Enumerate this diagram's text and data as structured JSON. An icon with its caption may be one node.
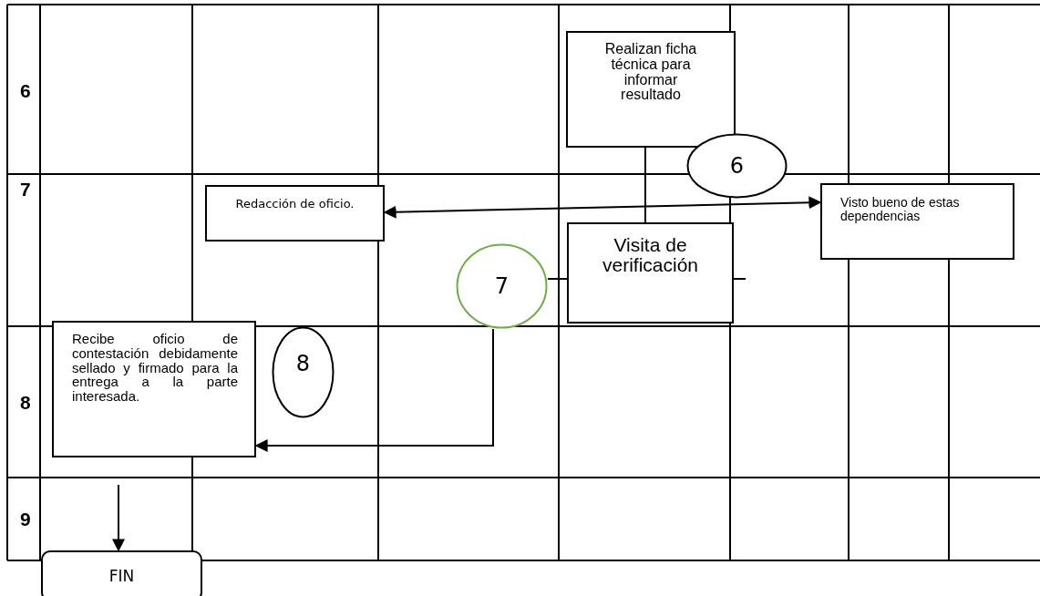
{
  "diagram": {
    "nodes": [
      {
        "text": [
          "Realizan ficha técnica para informar resultado"
        ]
      },
      {
        "text": [
          "6"
        ]
      },
      {
        "text": [
          "Redacción de oficio."
        ]
      },
      {
        "text": [
          "Visto bueno de estas dependencias"
        ]
      },
      {
        "text": [
          "7"
        ]
      },
      {
        "text": [
          "Visita de verificación"
        ]
      },
      {
        "text": [
          "Recibe oficio de contestación debidamente sellado y firmado para la entrega a la parte interesada."
        ]
      },
      {
        "text": [
          "8"
        ]
      },
      {
        "text": [
          "FIN"
        ]
      }
    ],
    "edges": [
      {
        "from": 0,
        "to": 5,
        "arrow": "none"
      },
      {
        "from": 2,
        "to": 3,
        "arrow": "both"
      },
      {
        "from": 4,
        "to": 5,
        "arrow": "none"
      },
      {
        "from": 5,
        "to": null,
        "arrow": "none"
      },
      {
        "from": 4,
        "to": 6,
        "arrow": "to"
      },
      {
        "from": null,
        "to": 8,
        "arrow": "to"
      }
    ],
    "labels": [
      "6",
      "7",
      "8",
      "9"
    ]
  }
}
